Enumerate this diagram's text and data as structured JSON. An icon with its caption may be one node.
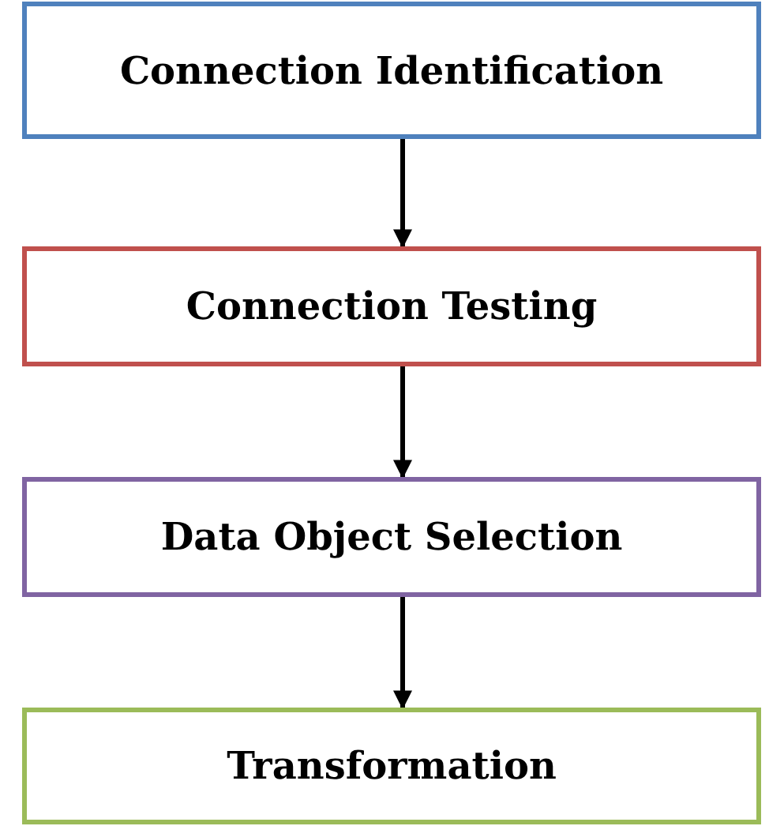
{
  "diagram": {
    "nodes": [
      {
        "text": [
          "Connection Identification"
        ]
      },
      {
        "text": [
          "Connection Testing"
        ]
      },
      {
        "text": [
          "Data Object Selection"
        ]
      },
      {
        "text": [
          "Transformation"
        ]
      }
    ],
    "edges": [
      {
        "from": 0,
        "to": 1,
        "arrow": "to"
      },
      {
        "from": 1,
        "to": 2,
        "arrow": "to"
      },
      {
        "from": 2,
        "to": 3,
        "arrow": "to"
      }
    ]
  }
}
